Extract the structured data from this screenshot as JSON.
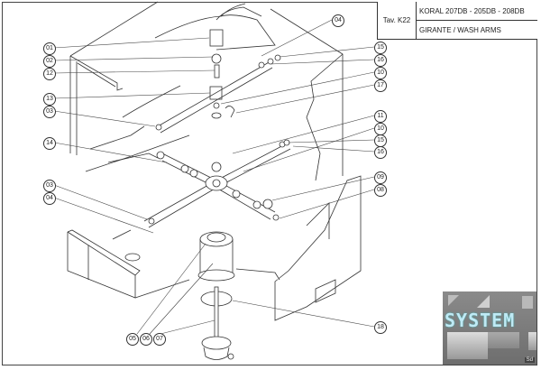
{
  "title_block": {
    "sheet_label": "Tav. K22",
    "model": "KORAL 207DB - 205DB - 208DB",
    "description": "GIRANTE / WASH ARMS"
  },
  "callouts": [
    {
      "id": "c01",
      "label": "01"
    },
    {
      "id": "c02",
      "label": "02"
    },
    {
      "id": "c12",
      "label": "12"
    },
    {
      "id": "c13",
      "label": "13"
    },
    {
      "id": "c03a",
      "label": "03"
    },
    {
      "id": "c14",
      "label": "14"
    },
    {
      "id": "c03b",
      "label": "03"
    },
    {
      "id": "c04b",
      "label": "04"
    },
    {
      "id": "c04a",
      "label": "04"
    },
    {
      "id": "c15a",
      "label": "15"
    },
    {
      "id": "c16a",
      "label": "16"
    },
    {
      "id": "c10a",
      "label": "10"
    },
    {
      "id": "c17",
      "label": "17"
    },
    {
      "id": "c11",
      "label": "11"
    },
    {
      "id": "c10b",
      "label": "10"
    },
    {
      "id": "c15b",
      "label": "15"
    },
    {
      "id": "c16b",
      "label": "16"
    },
    {
      "id": "c09",
      "label": "09"
    },
    {
      "id": "c08",
      "label": "08"
    },
    {
      "id": "c05",
      "label": "05"
    },
    {
      "id": "c06",
      "label": "06"
    },
    {
      "id": "c07",
      "label": "07"
    },
    {
      "id": "c18",
      "label": "18"
    }
  ],
  "logo": {
    "text": "SYSTEM",
    "badge": "Sd"
  }
}
